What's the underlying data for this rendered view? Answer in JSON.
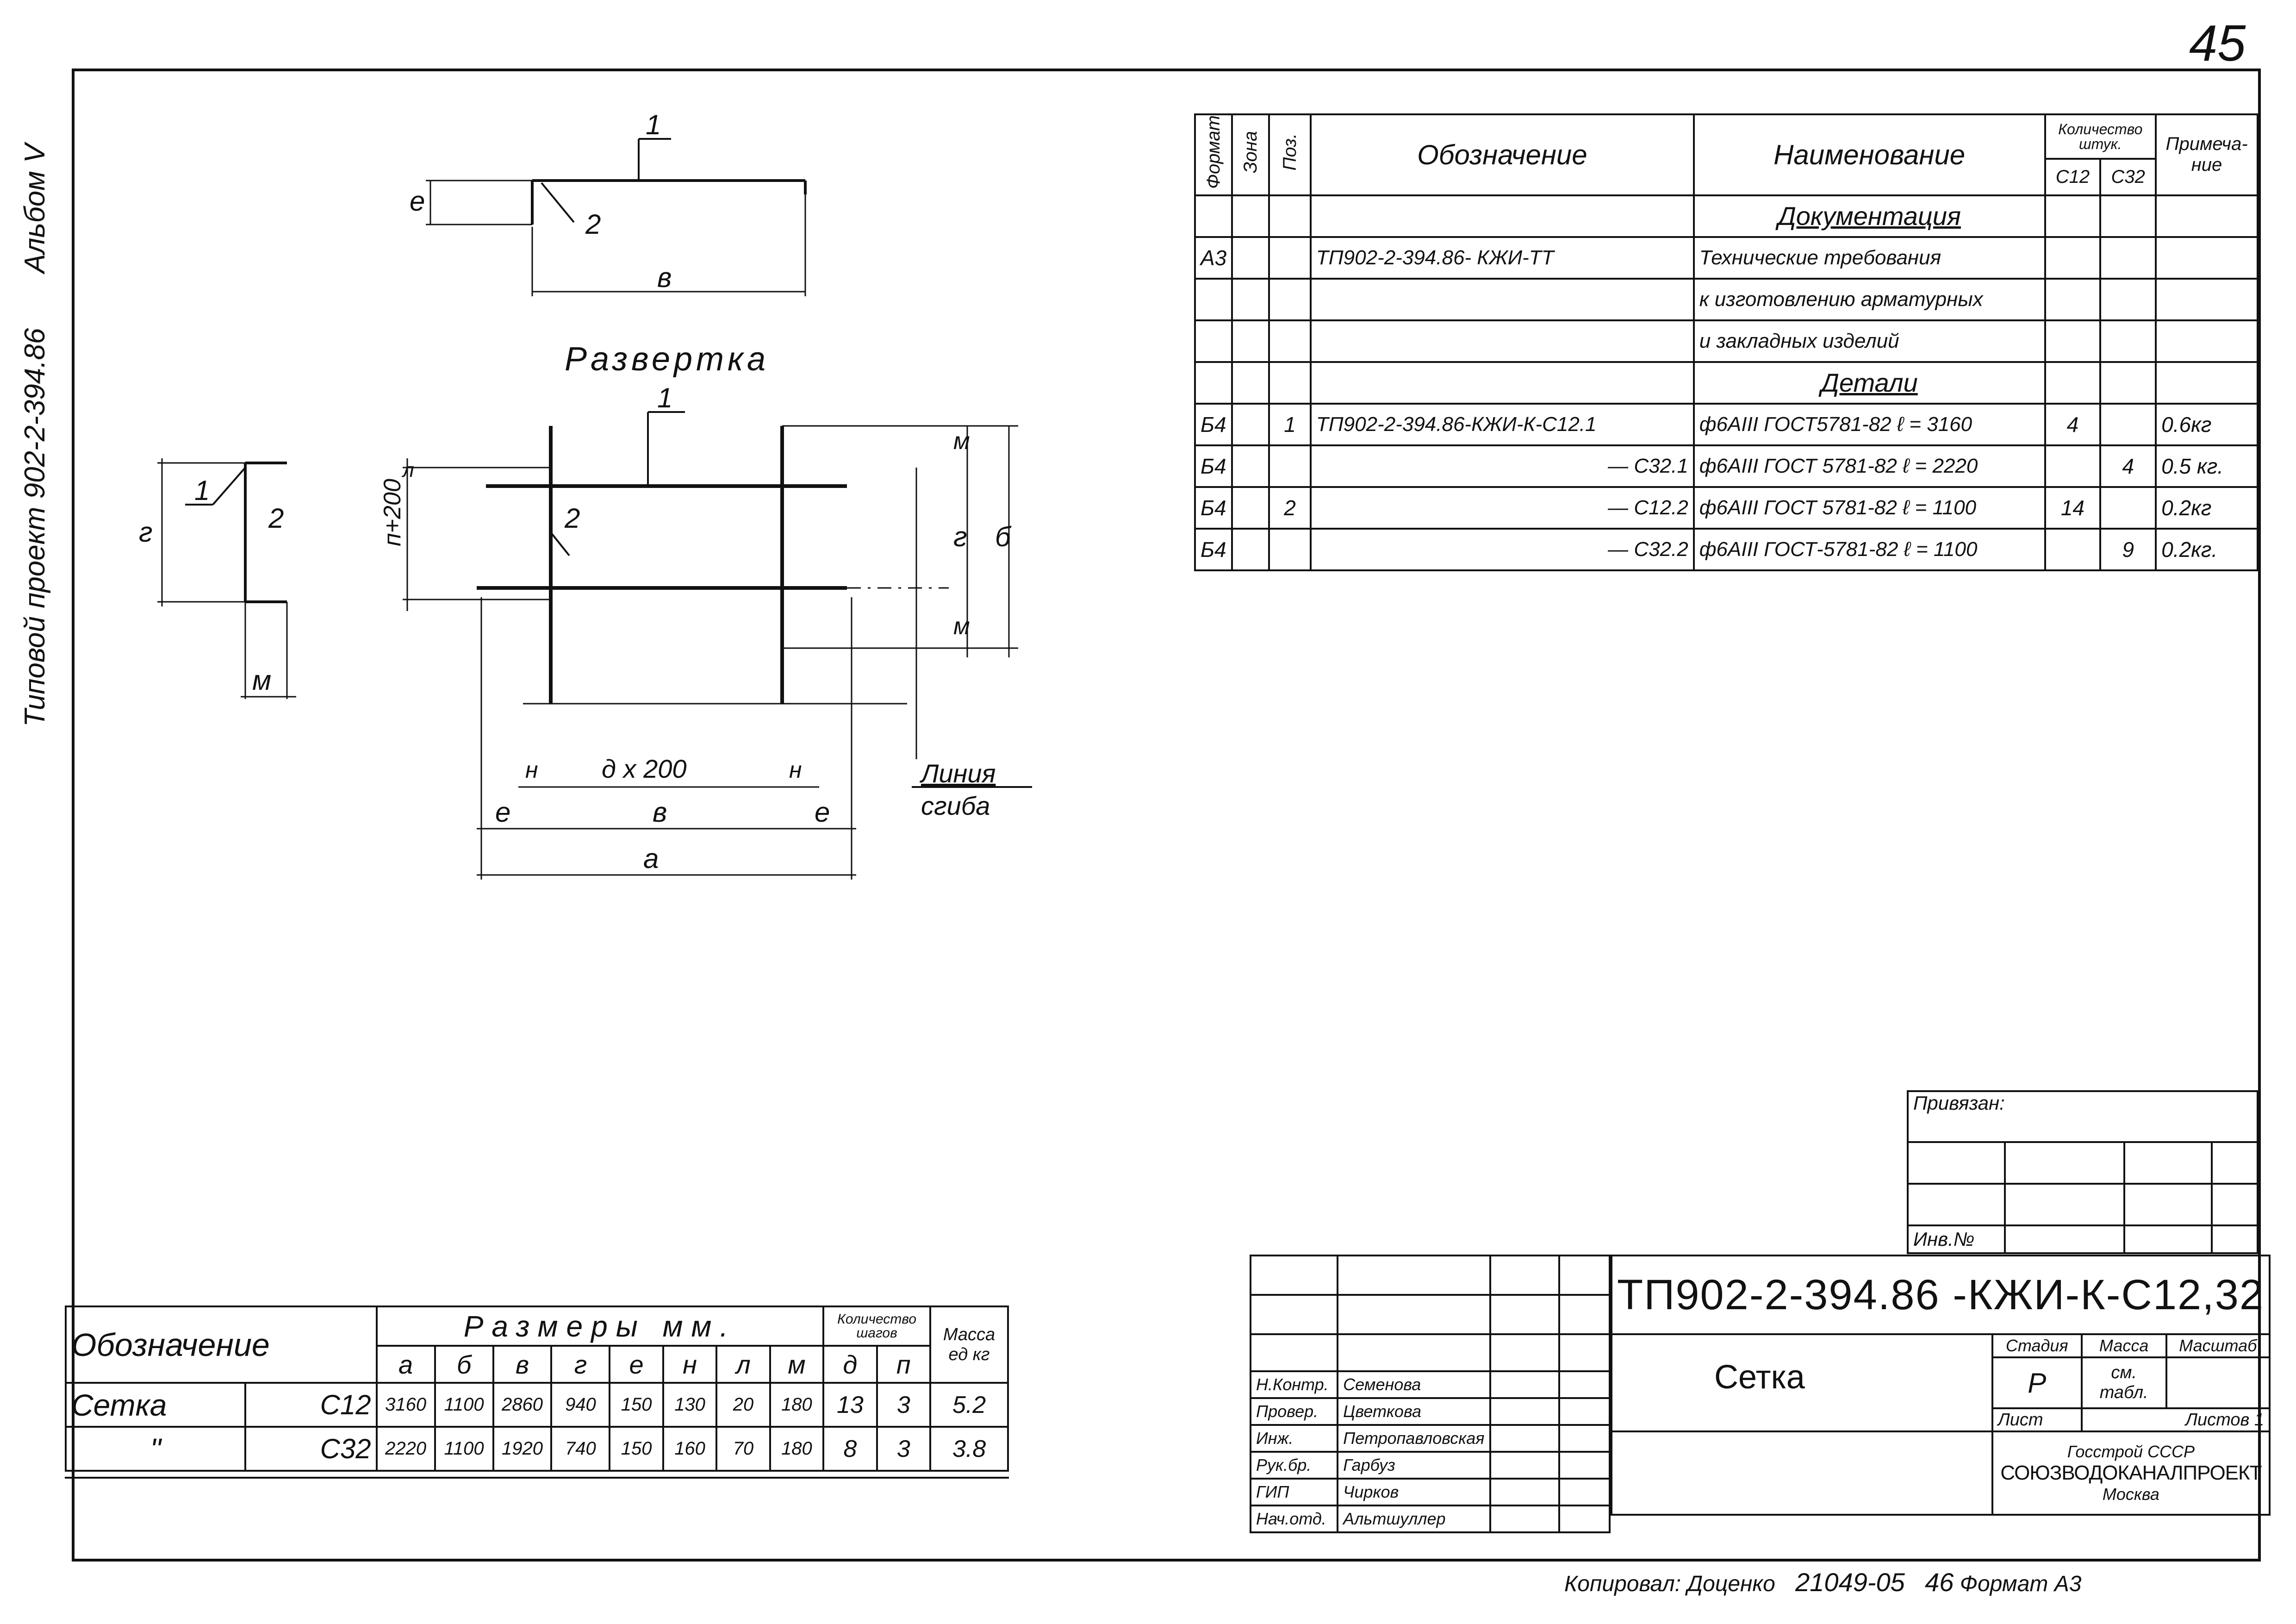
{
  "page_number": "45",
  "sidebar": {
    "album": "Альбом V",
    "project": "Типовой проект 902-2-394.86"
  },
  "drawings": {
    "razvertka_title": "Развертка",
    "labels": {
      "one": "1",
      "two": "2",
      "e": "е",
      "b": "в",
      "bb": "б",
      "a": "а",
      "g": "г",
      "m": "м",
      "n": "н",
      "pitch_d": "д х 200",
      "pitch_n": "п+200",
      "lambda": "л",
      "bend_line_1": "Линия",
      "bend_line_2": "сгиба"
    }
  },
  "spec": {
    "headers": {
      "format": "Формат",
      "zone": "Зона",
      "pos": "Поз.",
      "designation": "Обозначение",
      "name": "Наименование",
      "qty": "Количество штук.",
      "c12": "С12",
      "c32": "С32",
      "note": "Примеча-ние"
    },
    "rows": [
      {
        "format": "",
        "zone": "",
        "pos": "",
        "designation": "",
        "name": "Документация",
        "c12": "",
        "c32": "",
        "note": "",
        "heading": true
      },
      {
        "format": "А3",
        "zone": "",
        "pos": "",
        "designation": "ТП902-2-394.86- КЖИ-ТТ",
        "name": "Технические требования",
        "c12": "",
        "c32": "",
        "note": ""
      },
      {
        "format": "",
        "zone": "",
        "pos": "",
        "designation": "",
        "name": "к изготовлению арматурных",
        "c12": "",
        "c32": "",
        "note": ""
      },
      {
        "format": "",
        "zone": "",
        "pos": "",
        "designation": "",
        "name": "и закладных изделий",
        "c12": "",
        "c32": "",
        "note": ""
      },
      {
        "format": "",
        "zone": "",
        "pos": "",
        "designation": "",
        "name": "Детали",
        "c12": "",
        "c32": "",
        "note": "",
        "heading": true
      },
      {
        "format": "Б4",
        "zone": "",
        "pos": "1",
        "designation": "ТП902-2-394.86-КЖИ-К-С12.1",
        "name": "ф6АIII ГОСТ5781-82 ℓ = 3160",
        "c12": "4",
        "c32": "",
        "note": "0.6кг"
      },
      {
        "format": "Б4",
        "zone": "",
        "pos": "",
        "designation": "— С32.1",
        "name": "ф6АIII ГОСТ 5781-82 ℓ = 2220",
        "c12": "",
        "c32": "4",
        "note": "0.5 кг."
      },
      {
        "format": "Б4",
        "zone": "",
        "pos": "2",
        "designation": "— С12.2",
        "name": "ф6АIII ГОСТ 5781-82 ℓ = 1100",
        "c12": "14",
        "c32": "",
        "note": "0.2кг"
      },
      {
        "format": "Б4",
        "zone": "",
        "pos": "",
        "designation": "— С32.2",
        "name": "ф6АIII ГОСТ-5781-82 ℓ = 1100",
        "c12": "",
        "c32": "9",
        "note": "0.2кг."
      }
    ]
  },
  "dims": {
    "headers": {
      "designation": "Обозначение",
      "sizes": "Размеры мм.",
      "steps": "Количество шагов",
      "mass": "Масса ед кг",
      "cols": [
        "а",
        "б",
        "в",
        "г",
        "е",
        "н",
        "л",
        "м",
        "д",
        "п"
      ]
    },
    "rows": [
      {
        "name": "Сетка",
        "mark": "С12",
        "a": "3160",
        "b": "1100",
        "v": "2860",
        "g": "940",
        "e": "150",
        "n": "130",
        "l": "20",
        "m": "180",
        "d": "13",
        "p": "3",
        "mass": "5.2"
      },
      {
        "name": "\"",
        "mark": "С32",
        "a": "2220",
        "b": "1100",
        "v": "1920",
        "g": "740",
        "e": "150",
        "n": "160",
        "l": "70",
        "m": "180",
        "d": "8",
        "p": "3",
        "mass": "3.8"
      }
    ]
  },
  "privyazan": {
    "label": "Привязан:",
    "inv": "Инв.№"
  },
  "title_block": {
    "code": "ТП902-2-394.86 -КЖИ-К-С12,32",
    "item_name": "Сетка",
    "stage_label": "Стадия",
    "mass_label": "Масса",
    "scale_label": "Масштаб",
    "stage": "Р",
    "mass": "см. табл.",
    "sheet_label": "Лист",
    "sheets_label": "Листов 1",
    "org1": "Госстрой СССР",
    "org2": "СОЮЗВОДОКАНАЛПРОЕКТ",
    "org3": "Москва",
    "staff": [
      {
        "role": "Н.Контр.",
        "name": "Семенова"
      },
      {
        "role": "Провер.",
        "name": "Цветкова"
      },
      {
        "role": "Инж.",
        "name": "Петропавловская"
      },
      {
        "role": "Рук.бр.",
        "name": "Гарбуз"
      },
      {
        "role": "ГИП",
        "name": "Чирков"
      },
      {
        "role": "Нач.отд.",
        "name": "Альтшуллер"
      }
    ]
  },
  "footer": {
    "copied": "Копировал: Доценко",
    "number": "21049-05",
    "sheet_no": "46",
    "format": "Формат А3"
  }
}
